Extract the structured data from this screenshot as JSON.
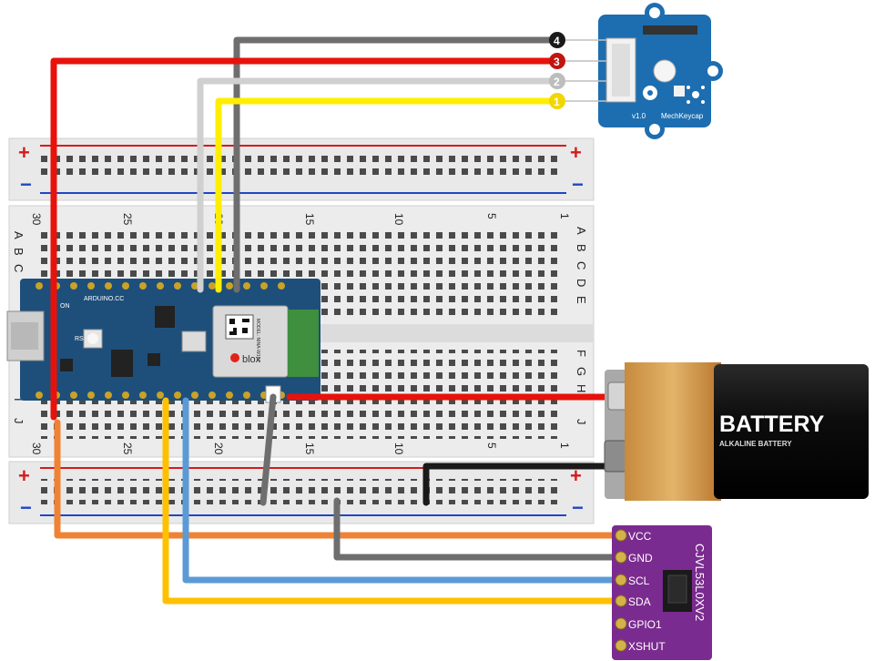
{
  "breadboard": {
    "plus_symbol": "+",
    "minus_symbol": "−",
    "column_numbers": [
      "30",
      "25",
      "20",
      "15",
      "10",
      "5",
      "1"
    ],
    "rows_top": [
      "A",
      "B",
      "C",
      "D",
      "E"
    ],
    "rows_bottom": [
      "F",
      "G",
      "H",
      "I",
      "J"
    ]
  },
  "arduino": {
    "brand": "ARDUINO.CC",
    "on_label": "ON",
    "rst_label": "RST",
    "module_brand": "blox",
    "module_model": "NINA-W102",
    "module_text": "MODEL: NINA-W102"
  },
  "keycap": {
    "version": "v1.0",
    "name": "MechKeycap",
    "pins": [
      "4",
      "3",
      "2",
      "1"
    ]
  },
  "battery": {
    "label": "BATTERY",
    "sublabel": "ALKALINE BATTERY"
  },
  "sensor": {
    "name": "CJVL53L0XV2",
    "pins": [
      "VCC",
      "GND",
      "SCL",
      "SDA",
      "GPIO1",
      "XSHUT"
    ]
  },
  "colors": {
    "red": "#e8120c",
    "black": "#1a1a1a",
    "gray": "#6e6e6e",
    "lightgray": "#d0d0d0",
    "yellow": "#ffee00",
    "orange": "#f08234",
    "blue": "#5b9bd5",
    "gold": "#ffc000",
    "board_blue": "#1e4f7a",
    "grove_blue": "#1d6eb0",
    "sensor_purple": "#7a2b8f"
  }
}
